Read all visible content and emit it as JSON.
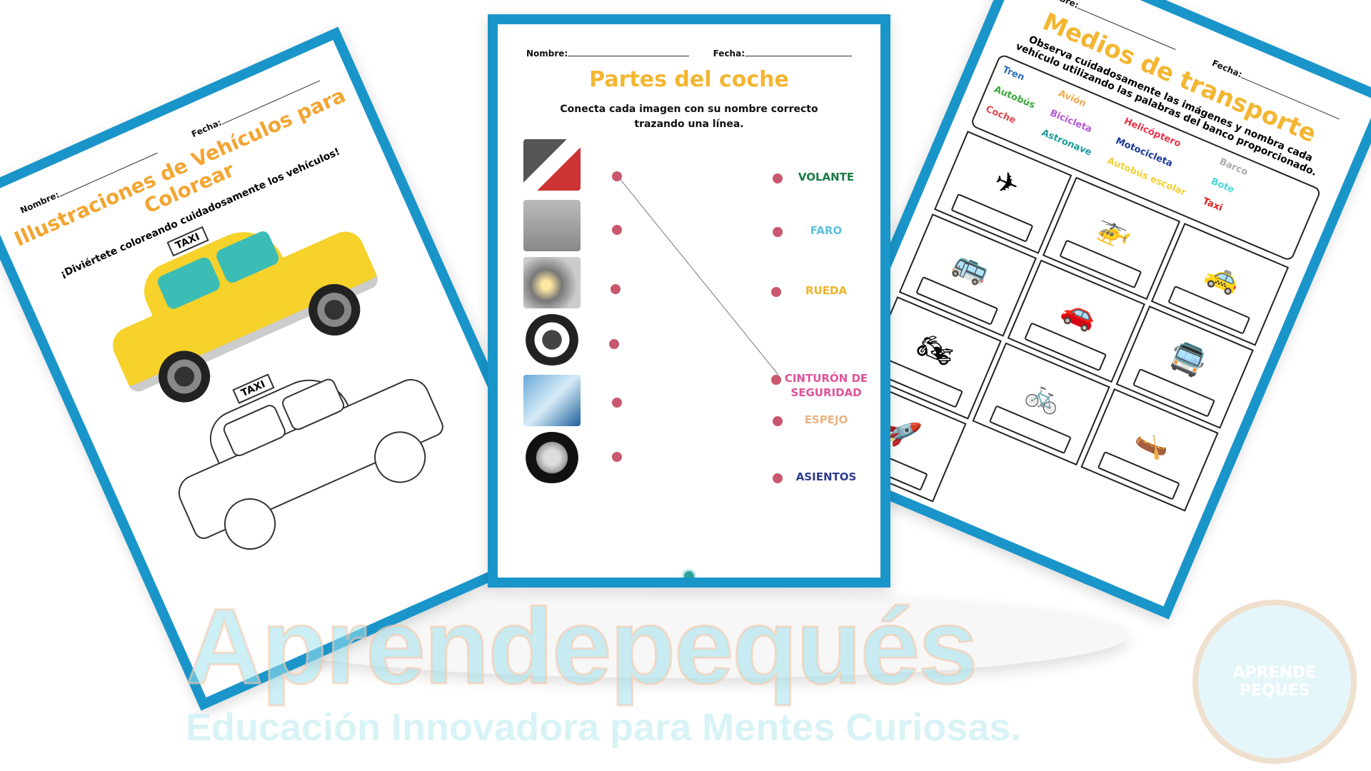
{
  "common": {
    "name_label": "Nombre:",
    "date_label": "Fecha:"
  },
  "left_page": {
    "title": "Illustraciones de Vehículos para Colorear",
    "subtitle": "¡Diviértete coloreando cuidadosamente los vehículos!",
    "taxi_sign": "TAXI"
  },
  "center_page": {
    "title": "Partes del coche",
    "instruction": "Conecta cada imagen con su nombre correcto trazando una línea.",
    "images": [
      "seatbelt",
      "seats",
      "headlight",
      "steering-wheel",
      "mirror",
      "wheel"
    ],
    "labels": [
      {
        "text": "VOLANTE",
        "color": "#1a7a46"
      },
      {
        "text": "FARO",
        "color": "#5bc3e0"
      },
      {
        "text": "RUEDA",
        "color": "#f0b428"
      },
      {
        "text": "CINTURÓN DE SEGURIDAD",
        "color": "#e0529a"
      },
      {
        "text": "ESPEJO",
        "color": "#e8b483"
      },
      {
        "text": "ASIENTOS",
        "color": "#2d3c8f"
      }
    ]
  },
  "right_page": {
    "title": "Medios de transporte",
    "instruction": "Observa cuidadosamente las imágenes y nombra cada vehículo utilizando las palabras del banco proporcionado.",
    "word_bank": [
      {
        "text": "Tren",
        "color": "#2a6fb5"
      },
      {
        "text": "Autobús",
        "color": "#3aa83a"
      },
      {
        "text": "Coche",
        "color": "#e04848"
      },
      {
        "text": "Avión",
        "color": "#f0a850"
      },
      {
        "text": "Bicicleta",
        "color": "#b455d8"
      },
      {
        "text": "Astronave",
        "color": "#1a9a9a"
      },
      {
        "text": "Helicóptero",
        "color": "#e8344a"
      },
      {
        "text": "Motocicleta",
        "color": "#1a3a9a"
      },
      {
        "text": "Autobús escolar",
        "color": "#f2d030"
      },
      {
        "text": "Barco",
        "color": "#aaaaaa"
      },
      {
        "text": "Bote",
        "color": "#4ad8d8"
      },
      {
        "text": "Taxi",
        "color": "#e02020"
      }
    ],
    "vehicles": [
      "✈",
      "🚁",
      "🚕",
      "🚌",
      "🚗",
      "🚍",
      "🏍",
      "🚲",
      "🛶",
      "🚀"
    ]
  },
  "watermark": {
    "brand": "Aprendepequés",
    "tagline": "Educación Innovadora para Mentes Curiosas.",
    "seal_text": "APRENDE PEQUES"
  },
  "colors": {
    "frame": "#1a95c9",
    "title": "#f3b632",
    "dot": "#c9586f"
  }
}
